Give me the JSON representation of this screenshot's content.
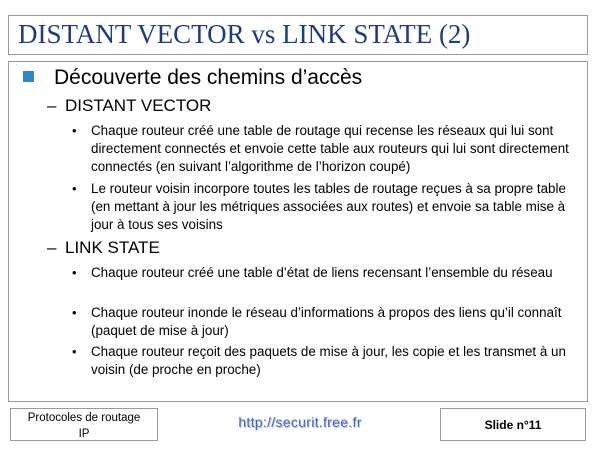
{
  "slide": {
    "title": "DISTANT VECTOR vs LINK STATE (2)",
    "main_bullet": "Découverte des chemins d’accès",
    "sections": [
      {
        "heading": "DISTANT VECTOR",
        "bullets": [
          "Chaque routeur créé une table de routage qui recense les réseaux qui lui sont directement connectés et envoie cette table aux routeurs qui lui sont directement connectés (en suivant l’algorithme de l’horizon coupé)",
          "Le routeur voisin incorpore toutes les tables de routage reçues à sa propre table (en mettant à jour les métriques associées aux routes) et envoie sa table mise à jour à tous ses voisins"
        ]
      },
      {
        "heading": "LINK STATE",
        "bullets": [
          "Chaque routeur créé une table d’état de liens recensant l’ensemble du réseau",
          "Chaque routeur inonde le réseau d’informations à propos des liens qu’il connaît (paquet de mise à jour)",
          "Chaque routeur reçoit des paquets de mise à jour, les copie et les transmet à un voisin (de proche en proche)"
        ]
      }
    ]
  },
  "footer": {
    "left_line1": "Protocoles de routage",
    "left_line2": "IP",
    "url": "http://securit.free.fr",
    "slide_number": "Slide n°11"
  },
  "colors": {
    "title": "#1f3d7a",
    "bullet_square": "#2f87c8",
    "url": "#4466bb",
    "border": "#9a9a9a"
  }
}
